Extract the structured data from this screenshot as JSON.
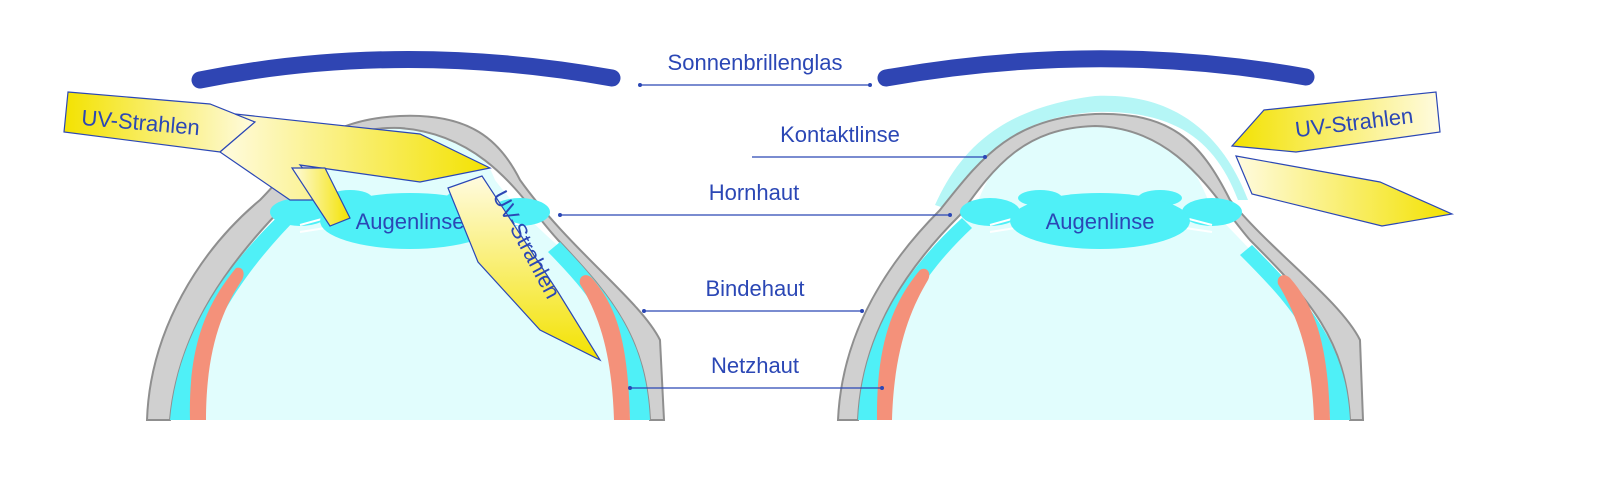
{
  "labels": {
    "sunglass_lens": "Sonnenbrillenglas",
    "contact_lens": "Kontaktlinse",
    "cornea": "Hornhaut",
    "conjunctiva": "Bindehaut",
    "retina": "Netzhaut",
    "lens_left": "Augenlinse",
    "lens_right": "Augenlinse",
    "uv_left_top": "UV-Strahlen",
    "uv_left_diag": "UV-Strahlen",
    "uv_right": "UV-Strahlen"
  },
  "colors": {
    "label_text": "#2b47b5",
    "leader_line": "#2b47b5",
    "sunglass": "#2f45b3",
    "sclera_gray": "#c9c9c9",
    "sclera_stroke": "#8f8f8f",
    "eye_fluid": "#c9fbfb",
    "cyan_layer": "#4ff0f7",
    "retina_red": "#f4917a",
    "uv_yellow": "#f3e200",
    "uv_pale": "#fffbe0",
    "contact_lens": "#b5f6f6"
  }
}
